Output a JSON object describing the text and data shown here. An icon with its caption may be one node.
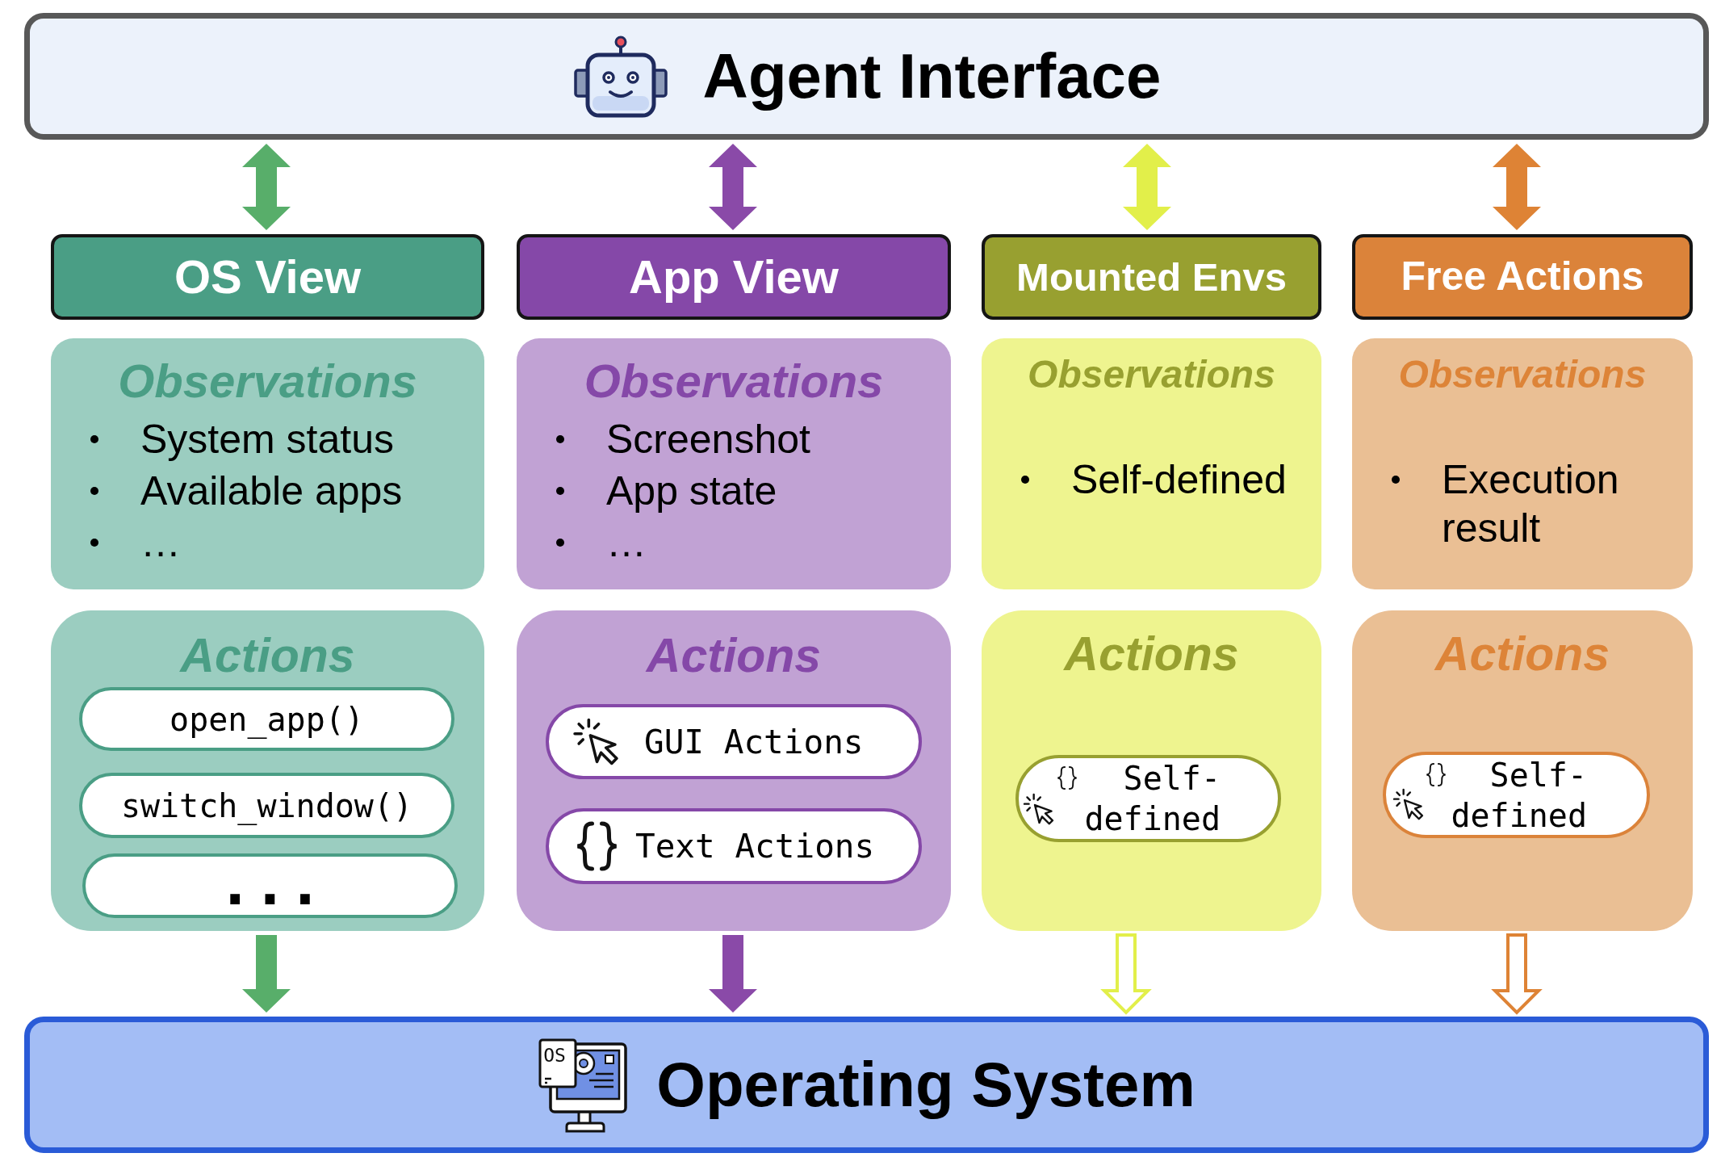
{
  "diagram": {
    "nodes": [
      {
        "text": [
          "Agent Interface"
        ]
      },
      {
        "text": [
          "OS View"
        ]
      },
      {
        "text": [
          "App View"
        ]
      },
      {
        "text": [
          "Mounted Envs"
        ]
      },
      {
        "text": [
          "Free Actions"
        ]
      },
      {
        "text": [
          "Observations",
          "System status",
          "Available apps",
          "…"
        ]
      },
      {
        "text": [
          "Observations",
          "Screenshot",
          "App state",
          "…"
        ]
      },
      {
        "text": [
          "Observations",
          "Self-defined"
        ]
      },
      {
        "text": [
          "Observations",
          "Execution result"
        ]
      },
      {
        "text": [
          "Actions"
        ]
      },
      {
        "text": [
          "open_app()"
        ],
        "in": 9
      },
      {
        "text": [
          "switch_window()"
        ],
        "in": 9
      },
      {
        "text": [
          "..."
        ],
        "in": 9
      },
      {
        "text": [
          "Actions"
        ]
      },
      {
        "text": [
          "GUI Actions"
        ],
        "in": 13
      },
      {
        "text": [
          "Text Actions"
        ],
        "in": 13
      },
      {
        "text": [
          "Actions"
        ]
      },
      {
        "text": [
          "Self-defined"
        ],
        "in": 16
      },
      {
        "text": [
          "Actions"
        ]
      },
      {
        "text": [
          "Self-defined"
        ],
        "in": 18
      },
      {
        "text": [
          "Operating System"
        ]
      }
    ],
    "edges": [
      {
        "from": 0,
        "to": 1,
        "arrow": "both",
        "style": "thick",
        "color": "#58ae6a"
      },
      {
        "from": 0,
        "to": 2,
        "arrow": "both",
        "style": "thick",
        "color": "#8a4aa8"
      },
      {
        "from": 0,
        "to": 3,
        "arrow": "both",
        "style": "thick",
        "color": "#e2ef4a"
      },
      {
        "from": 0,
        "to": 4,
        "arrow": "both",
        "style": "thick",
        "color": "#de8335"
      },
      {
        "from": 9,
        "to": 20,
        "arrow": "to",
        "style": "thick",
        "color": "#58ae6a"
      },
      {
        "from": 13,
        "to": 20,
        "arrow": "to",
        "style": "thick",
        "color": "#8a4aa8"
      },
      {
        "from": 16,
        "to": 20,
        "arrow": "to",
        "color": "#e2ef4a"
      },
      {
        "from": 18,
        "to": 20,
        "arrow": "to",
        "color": "#de8335"
      }
    ],
    "labels": [
      "OS"
    ]
  }
}
